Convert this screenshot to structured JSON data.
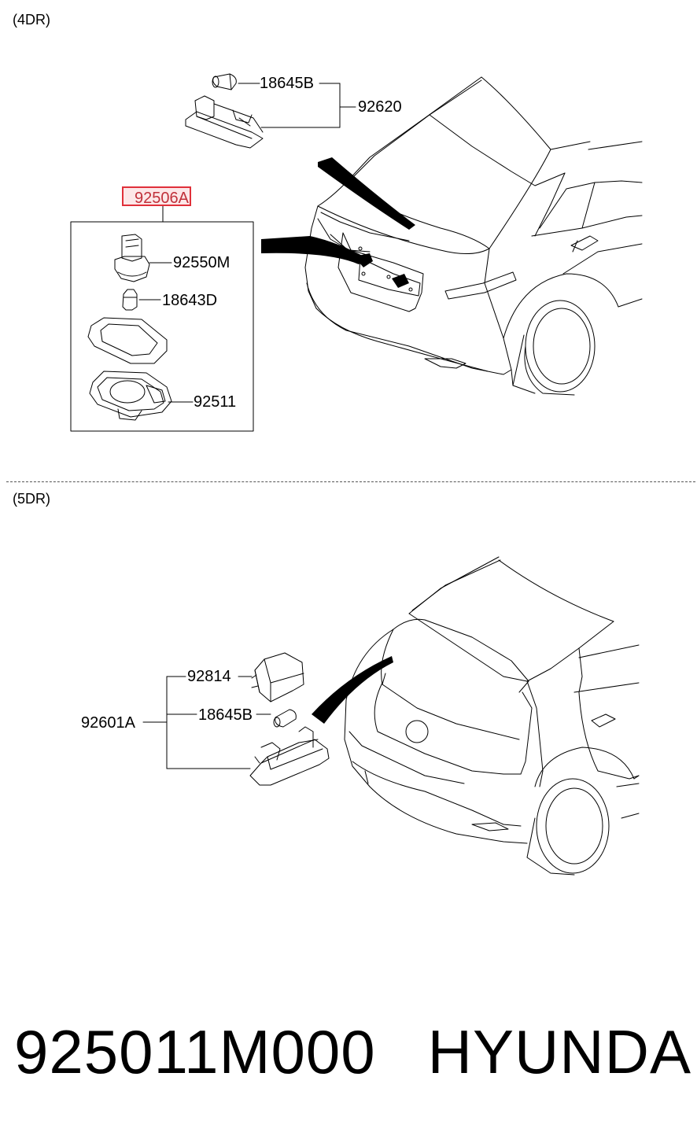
{
  "sections": {
    "top": {
      "label": "(4DR)"
    },
    "bottom": {
      "label": "(5DR)"
    }
  },
  "parts_top": {
    "bulb_upper": "18645B",
    "lamp_assy_upper": "92620",
    "highlighted_assy": "92506A",
    "socket": "92550M",
    "bulb_small": "18643D",
    "lens_housing": "92511"
  },
  "parts_bottom": {
    "cover": "92814",
    "bulb": "18645B",
    "lamp_assy": "92601A"
  },
  "footer": {
    "part_number": "925011M000",
    "brand": "HYUNDAI"
  },
  "colors": {
    "highlight_border": "#e0303a",
    "line": "#000000"
  }
}
